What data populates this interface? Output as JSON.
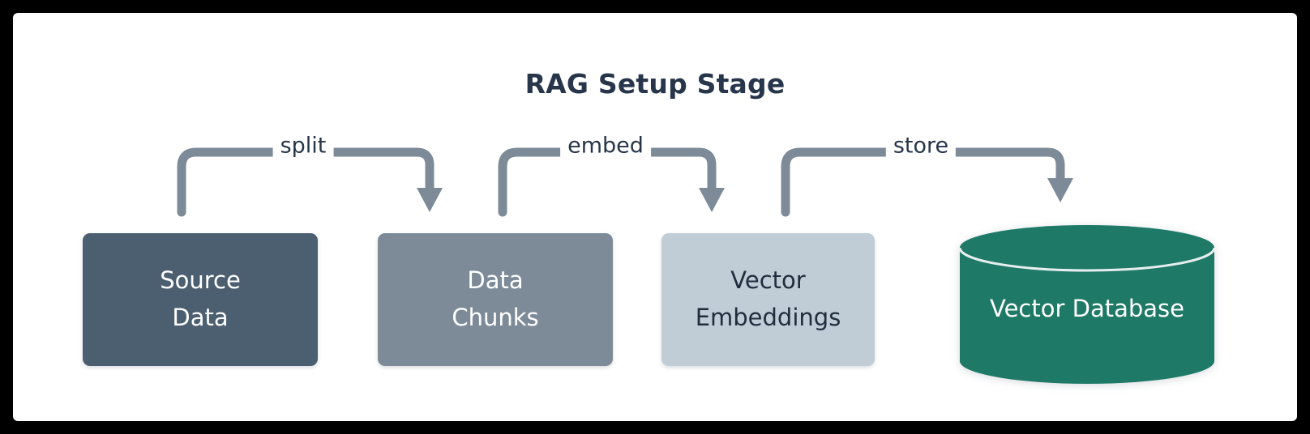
{
  "diagram": {
    "title": "RAG Setup Stage",
    "type": "flow-pipeline",
    "background_color": "#ffffff",
    "frame_color": "#000000",
    "title_color": "#27364a",
    "edge_color": "#7d8b99",
    "nodes": [
      {
        "id": "source-data",
        "shape": "rounded-rect",
        "lines": [
          "Source",
          "Data"
        ],
        "fill": "#4c5f70",
        "text_color": "#ffffff"
      },
      {
        "id": "data-chunks",
        "shape": "rounded-rect",
        "lines": [
          "Data",
          "Chunks"
        ],
        "fill": "#7d8b99",
        "text_color": "#ffffff"
      },
      {
        "id": "vector-embeddings",
        "shape": "rounded-rect",
        "lines": [
          "Vector",
          "Embeddings"
        ],
        "fill": "#c0cdd6",
        "text_color": "#1f2d3d"
      },
      {
        "id": "vector-database",
        "shape": "cylinder",
        "lines": [
          "Vector Database"
        ],
        "fill": "#1e7a66",
        "text_color": "#ffffff"
      }
    ],
    "edges": [
      {
        "id": "split",
        "label": "split",
        "from": "source-data",
        "to": "data-chunks"
      },
      {
        "id": "embed",
        "label": "embed",
        "from": "data-chunks",
        "to": "vector-embeddings"
      },
      {
        "id": "store",
        "label": "store",
        "from": "vector-embeddings",
        "to": "vector-database"
      }
    ]
  }
}
